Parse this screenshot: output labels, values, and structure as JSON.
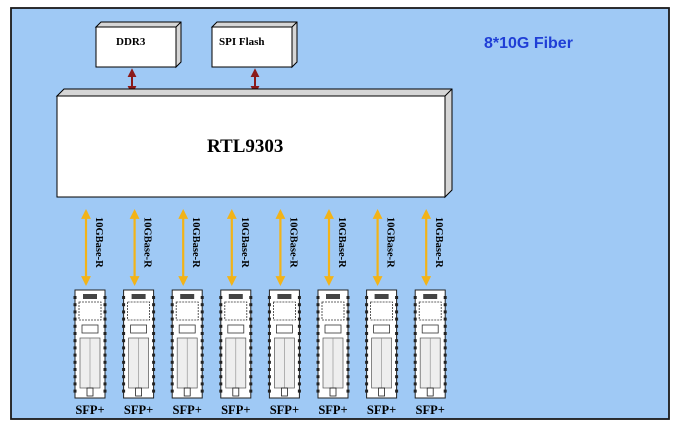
{
  "title": "8*10G Fiber",
  "colors": {
    "background": "#9fc9f5",
    "frame": "#1a1a1a",
    "title": "#1f3ed6",
    "memory_link": "#8b1a1a",
    "port_link": "#f2b318",
    "box_fill": "#ffffff",
    "box_shadow": "#d6d6d6"
  },
  "chip": {
    "label": "RTL9303"
  },
  "memory": [
    {
      "label": "DDR3"
    },
    {
      "label": "SPI Flash"
    }
  ],
  "ports": [
    {
      "link_label": "10GBase-R",
      "port_label": "SFP+"
    },
    {
      "link_label": "10GBase-R",
      "port_label": "SFP+"
    },
    {
      "link_label": "10GBase-R",
      "port_label": "SFP+"
    },
    {
      "link_label": "10GBase-R",
      "port_label": "SFP+"
    },
    {
      "link_label": "10GBase-R",
      "port_label": "SFP+"
    },
    {
      "link_label": "10GBase-R",
      "port_label": "SFP+"
    },
    {
      "link_label": "10GBase-R",
      "port_label": "SFP+"
    },
    {
      "link_label": "10GBase-R",
      "port_label": "SFP+"
    }
  ]
}
